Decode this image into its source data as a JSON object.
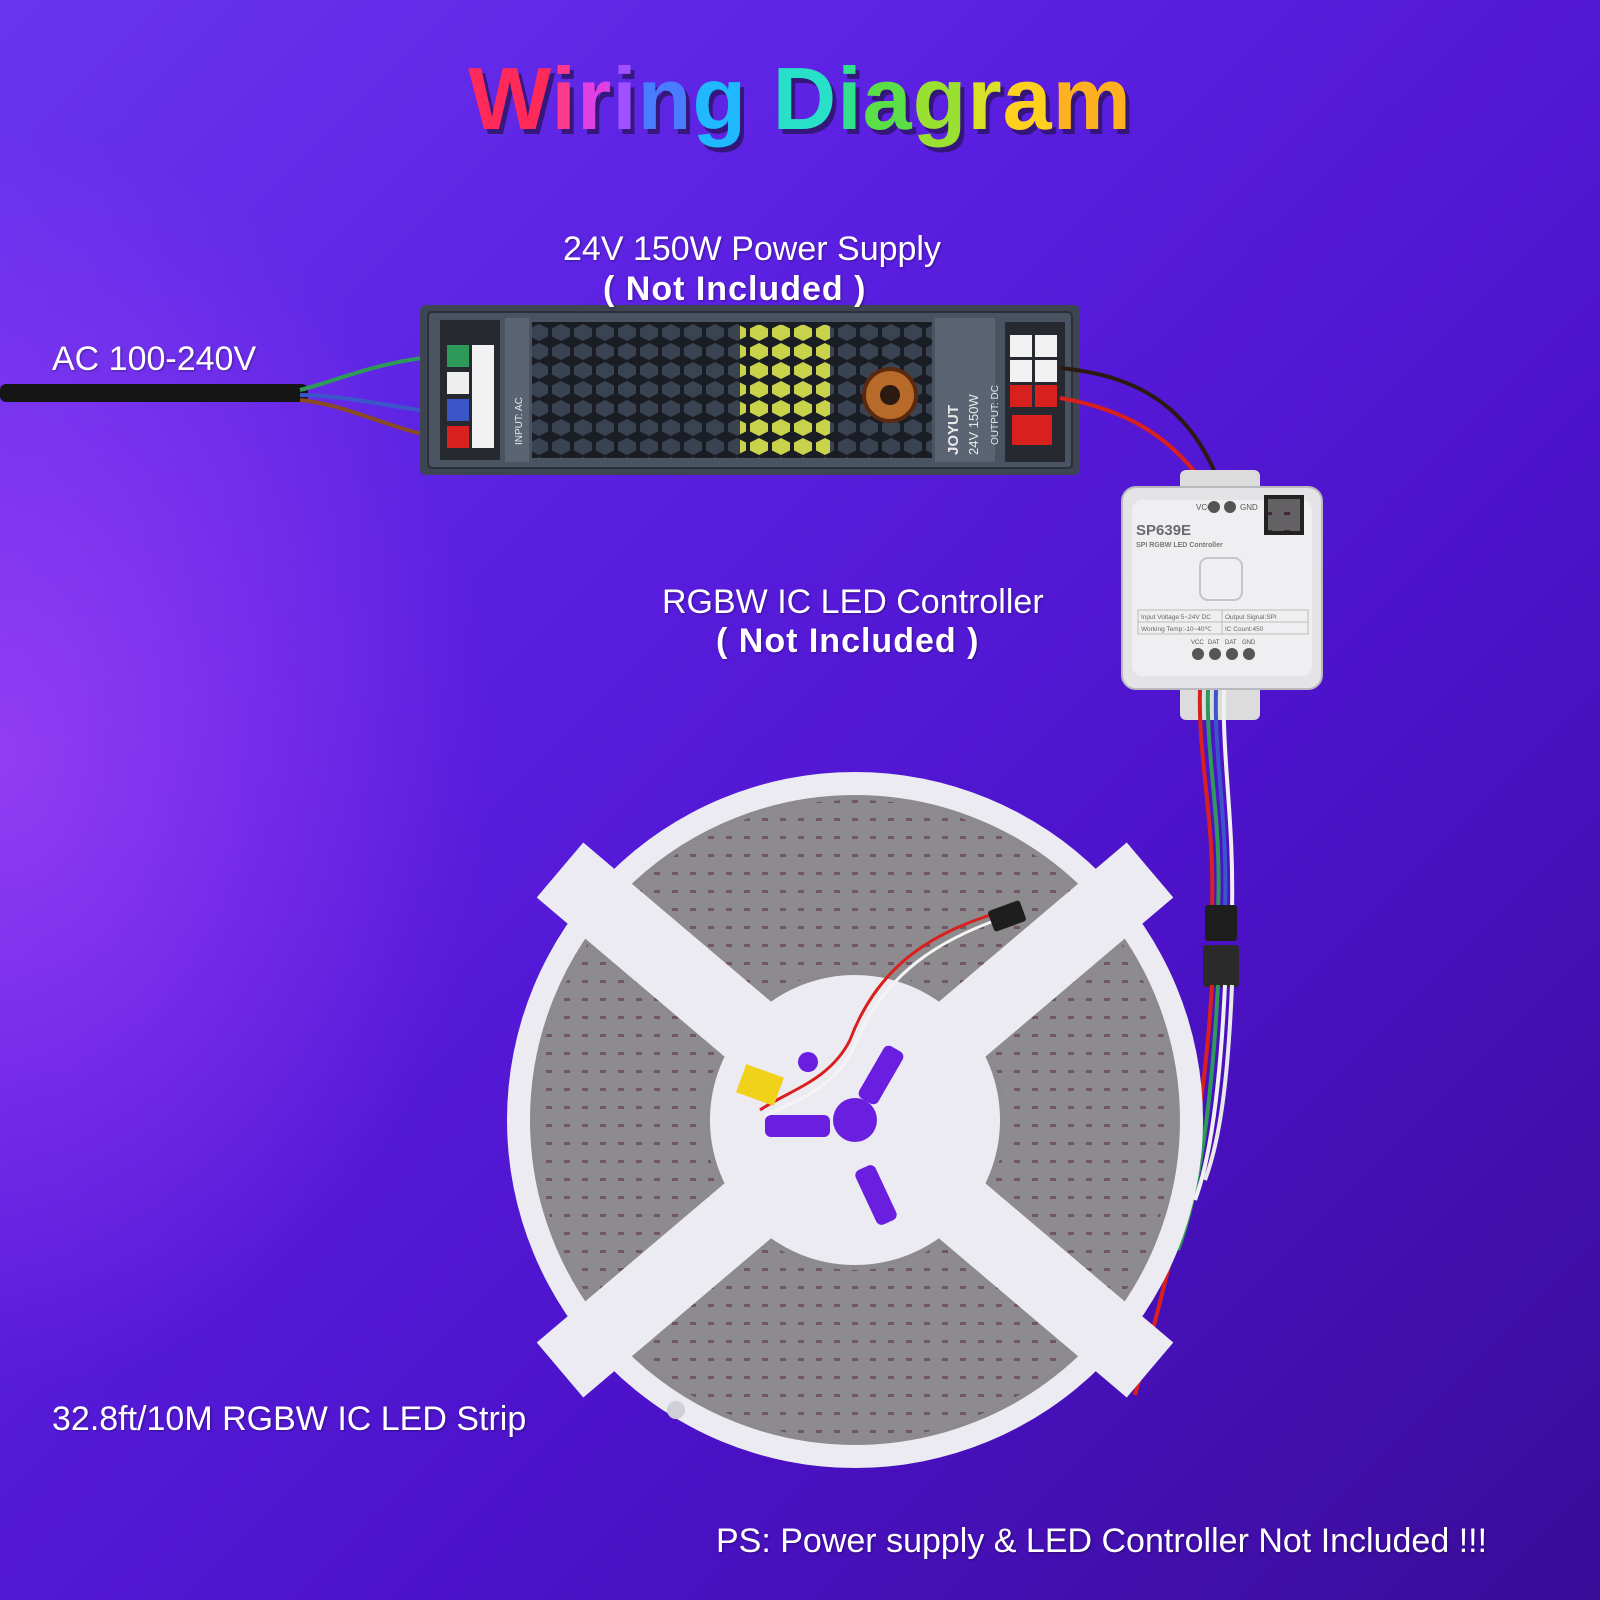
{
  "title": {
    "text": "Wiring Diagram",
    "colors": [
      "#ff2a5a",
      "#ff3a8c",
      "#e040e0",
      "#a050ff",
      "#4a7cff",
      "#20b8ff",
      "#28e0c8",
      "#30e08a",
      "#5ae046",
      "#9ae030",
      "#d8e028",
      "#ffd020",
      "#ffb020",
      "#ff8020"
    ]
  },
  "power_supply": {
    "label": "24V 150W Power Supply",
    "note": "( Not Included )",
    "brand": "JOYUT",
    "model": "24V 150W",
    "input_label": "INPUT: AC",
    "output_label": "OUTPUT: DC"
  },
  "ac_input": {
    "label": "AC 100-240V"
  },
  "controller": {
    "label": "RGBW IC LED Controller",
    "note": "( Not Included )",
    "model": "SP639E",
    "subtitle": "SPI RGBW LED Controller",
    "top_pins": [
      "VCC",
      "GND"
    ],
    "spec_rows": [
      [
        "Input Voltage:5~24V DC",
        "Output Signal:SPI"
      ],
      [
        "Working Temp:-10~40℃",
        "IC Count:450"
      ]
    ],
    "bottom_pins": [
      "VCC",
      "DAT",
      "DAT",
      "GND"
    ]
  },
  "strip": {
    "label": "32.8ft/10M RGBW IC LED Strip"
  },
  "footer": {
    "note": "PS: Power supply & LED Controller Not Included !!!"
  },
  "colors": {
    "wire_red": "#d8201e",
    "wire_black": "#2a1a10",
    "wire_green": "#2e9a5a",
    "wire_blue": "#3a56c8",
    "wire_brown": "#8a4a22",
    "wire_white": "#f0f0f0",
    "psu_body": "#3d4552",
    "reel": "#ecebf2",
    "strip": "#8d8a8e"
  }
}
